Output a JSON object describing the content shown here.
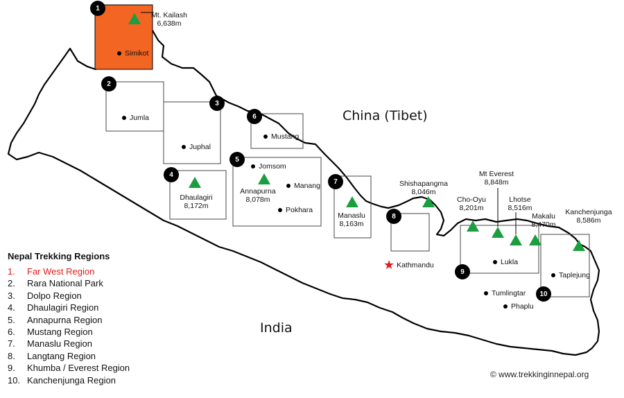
{
  "map": {
    "country_north": "China (Tibet)",
    "country_south": "India",
    "credit": "© www.trekkinginnepal.org",
    "capital": {
      "name": "Kathmandu",
      "icon": "red-star-icon"
    },
    "colors": {
      "highlight_region": "#f26522",
      "peak": "#1a9e3f",
      "capital": "#e31b1b",
      "legend_highlight": "#e31b1b"
    }
  },
  "regions": [
    {
      "number": "1"
    },
    {
      "number": "2"
    },
    {
      "number": "3"
    },
    {
      "number": "4"
    },
    {
      "number": "5"
    },
    {
      "number": "6"
    },
    {
      "number": "7"
    },
    {
      "number": "8"
    },
    {
      "number": "9"
    },
    {
      "number": "10"
    }
  ],
  "places": [
    {
      "name": "Simikot"
    },
    {
      "name": "Jumla"
    },
    {
      "name": "Juphal"
    },
    {
      "name": "Mustang"
    },
    {
      "name": "Jomsom"
    },
    {
      "name": "Manang"
    },
    {
      "name": "Pokhara"
    },
    {
      "name": "Lukla"
    },
    {
      "name": "Taplejung"
    },
    {
      "name": "Tumlingtar"
    },
    {
      "name": "Phaplu"
    }
  ],
  "peaks": [
    {
      "name": "Mt. Kailash",
      "height": "6,638m"
    },
    {
      "name": "Dhaulagiri",
      "height": "8,172m"
    },
    {
      "name": "Annapurna",
      "height": "8,078m"
    },
    {
      "name": "Manaslu",
      "height": "8,163m"
    },
    {
      "name": "Shishapangma",
      "height": "8,046m"
    },
    {
      "name": "Cho-Oyu",
      "height": "8,201m"
    },
    {
      "name": "Mt Everest",
      "height": "8,848m"
    },
    {
      "name": "Lhotse",
      "height": "8,516m"
    },
    {
      "name": "Makalu",
      "height": "8,470m"
    },
    {
      "name": "Kanchenjunga",
      "height": "8,586m"
    }
  ],
  "legend": {
    "title": "Nepal Trekking Regions",
    "items": [
      {
        "num": "1.",
        "label": "Far West Region",
        "highlight": true
      },
      {
        "num": "2.",
        "label": "Rara National Park"
      },
      {
        "num": "3.",
        "label": "Dolpo Region"
      },
      {
        "num": "4.",
        "label": "Dhaulagiri Region"
      },
      {
        "num": "5.",
        "label": "Annapurna Region"
      },
      {
        "num": "6.",
        "label": "Mustang Region"
      },
      {
        "num": "7.",
        "label": "Manaslu Region"
      },
      {
        "num": "8.",
        "label": "Langtang Region"
      },
      {
        "num": "9.",
        "label": "Khumba / Everest Region"
      },
      {
        "num": "10.",
        "label": "Kanchenjunga Region"
      }
    ]
  }
}
